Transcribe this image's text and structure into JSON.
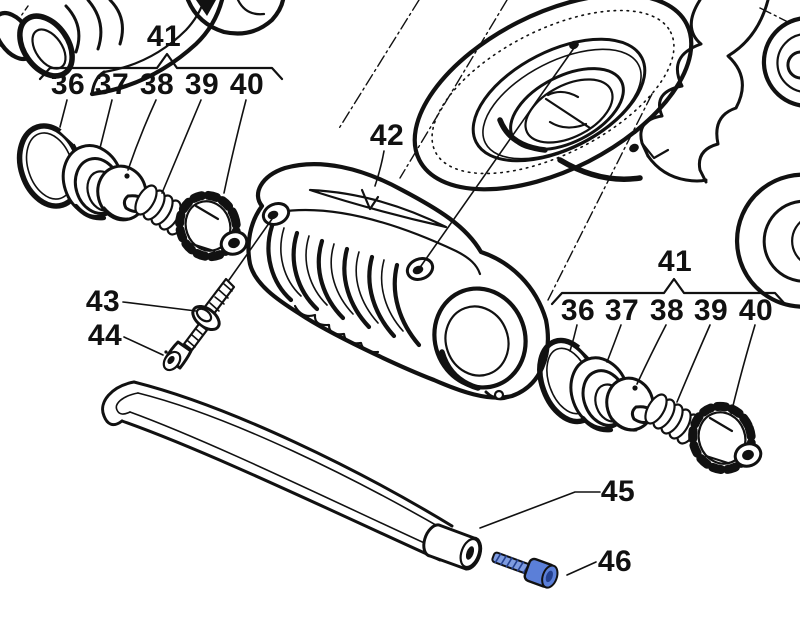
{
  "palette": {
    "ink": "#111111",
    "paper": "#ffffff",
    "bolt_blue": "#5b7fd8",
    "bolt_blue_light": "#7f9ce0",
    "bolt_blue_dark": "#23408f"
  },
  "callout_groups": [
    {
      "bracket_label": "41",
      "part_labels": [
        "36",
        "37",
        "38",
        "39",
        "40"
      ]
    },
    {
      "bracket_label": "41",
      "part_labels": [
        "36",
        "37",
        "38",
        "39",
        "40"
      ]
    }
  ],
  "callouts": [
    {
      "label": "42"
    },
    {
      "label": "43"
    },
    {
      "label": "44"
    },
    {
      "label": "45"
    },
    {
      "label": "46"
    }
  ]
}
